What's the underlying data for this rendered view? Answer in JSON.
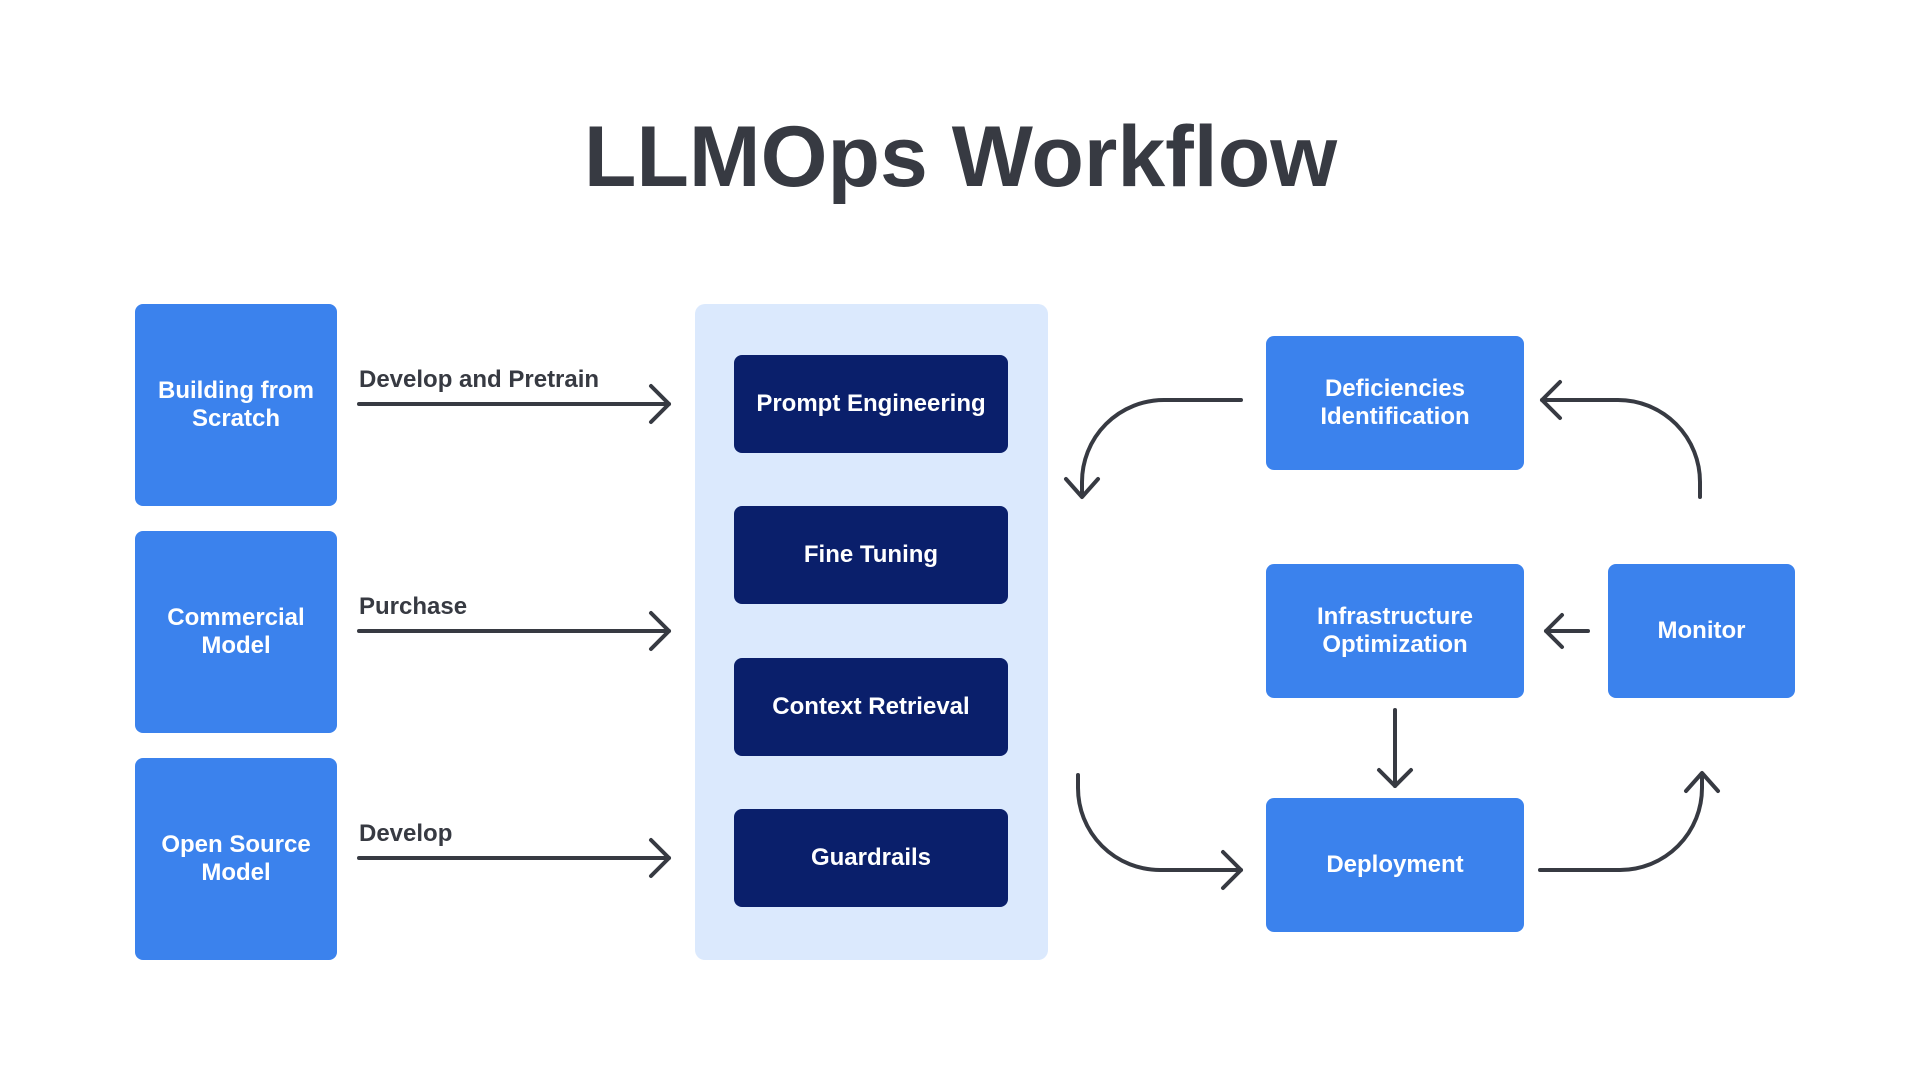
{
  "title": "LLMOps Workflow",
  "sources": [
    {
      "label": "Building from Scratch",
      "edge": "Develop and Pretrain"
    },
    {
      "label": "Commercial Model",
      "edge": "Purchase"
    },
    {
      "label": "Open Source Model",
      "edge": "Develop"
    }
  ],
  "stages": [
    {
      "label": "Prompt Engineering"
    },
    {
      "label": "Fine Tuning"
    },
    {
      "label": "Context Retrieval"
    },
    {
      "label": "Guardrails"
    }
  ],
  "cycle": {
    "deficiencies": "Deficiencies Identification",
    "infrastructure": "Infrastructure Optimization",
    "monitor": "Monitor",
    "deployment": "Deployment"
  },
  "colors": {
    "light_box": "#3b82ed",
    "dark_box": "#0a1f6b",
    "panel": "#dbe9fd",
    "text_dark": "#373a42"
  }
}
